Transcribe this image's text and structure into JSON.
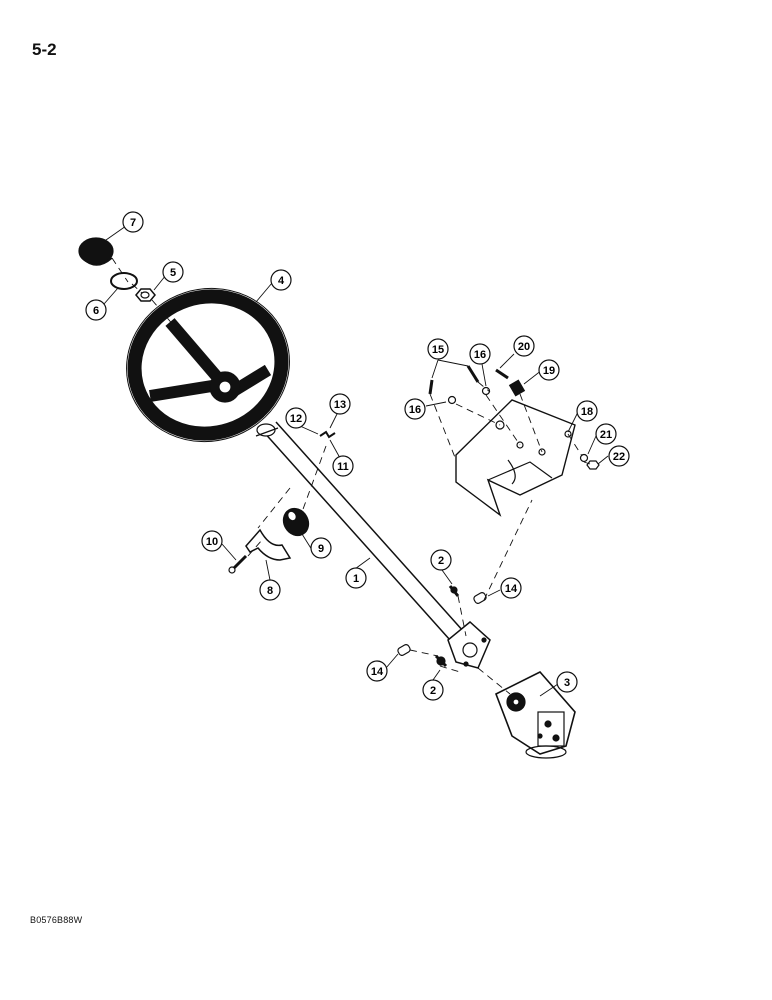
{
  "page_number": "5-2",
  "reference_code": "B0576B88W",
  "callouts": [
    {
      "id": "c1",
      "label": "1"
    },
    {
      "id": "c2a",
      "label": "2"
    },
    {
      "id": "c2b",
      "label": "2"
    },
    {
      "id": "c3",
      "label": "3"
    },
    {
      "id": "c4",
      "label": "4"
    },
    {
      "id": "c5",
      "label": "5"
    },
    {
      "id": "c6",
      "label": "6"
    },
    {
      "id": "c7",
      "label": "7"
    },
    {
      "id": "c8",
      "label": "8"
    },
    {
      "id": "c9",
      "label": "9"
    },
    {
      "id": "c10",
      "label": "10"
    },
    {
      "id": "c11",
      "label": "11"
    },
    {
      "id": "c12",
      "label": "12"
    },
    {
      "id": "c13",
      "label": "13"
    },
    {
      "id": "c14a",
      "label": "14"
    },
    {
      "id": "c14b",
      "label": "14"
    },
    {
      "id": "c15",
      "label": "15"
    },
    {
      "id": "c16a",
      "label": "16"
    },
    {
      "id": "c16b",
      "label": "16"
    },
    {
      "id": "c18",
      "label": "18"
    },
    {
      "id": "c19",
      "label": "19"
    },
    {
      "id": "c20",
      "label": "20"
    },
    {
      "id": "c21",
      "label": "21"
    },
    {
      "id": "c22",
      "label": "22"
    }
  ]
}
